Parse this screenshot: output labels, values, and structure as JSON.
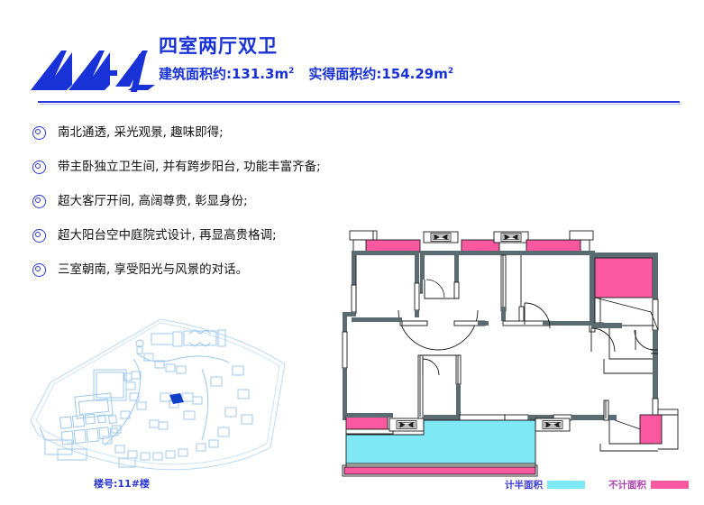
{
  "header": {
    "unit_code": "11-4",
    "title": "四室两厅双卫",
    "built_area_label": "建筑面积约:131.3",
    "built_area_unit": "m",
    "built_area_sup": "2",
    "usable_area_label": "实得面积约:154.29",
    "usable_area_unit": "m",
    "usable_area_sup": "2",
    "accent_color": "#1832d8"
  },
  "features": [
    {
      "text": "南北通透, 采光观景, 趣味即得;"
    },
    {
      "text": "带主卧独立卫生间, 并有跨步阳台, 功能丰富齐备;"
    },
    {
      "text": "超大客厅开间, 高阔尊贵, 彰显身份;"
    },
    {
      "text": "超大阳台空中庭院式设计, 再显高贵格调;"
    },
    {
      "text": "三室朝南, 享受阳光与风景的对话。"
    }
  ],
  "siteplan": {
    "building_no": "楼号:11#楼",
    "line_color": "#9dc8ec",
    "highlight_color": "#1040c8"
  },
  "legend": {
    "half_area_label": "计半面积",
    "half_area_color": "#7fe8f5",
    "no_area_label": "不计面积",
    "no_area_color": "#fa58a0"
  },
  "floorplan": {
    "wall_color": "#5b6b72",
    "outline_color": "#1a1a1a",
    "balcony_pink": "#fa58a0",
    "balcony_cyan": "#7fe8f5"
  }
}
